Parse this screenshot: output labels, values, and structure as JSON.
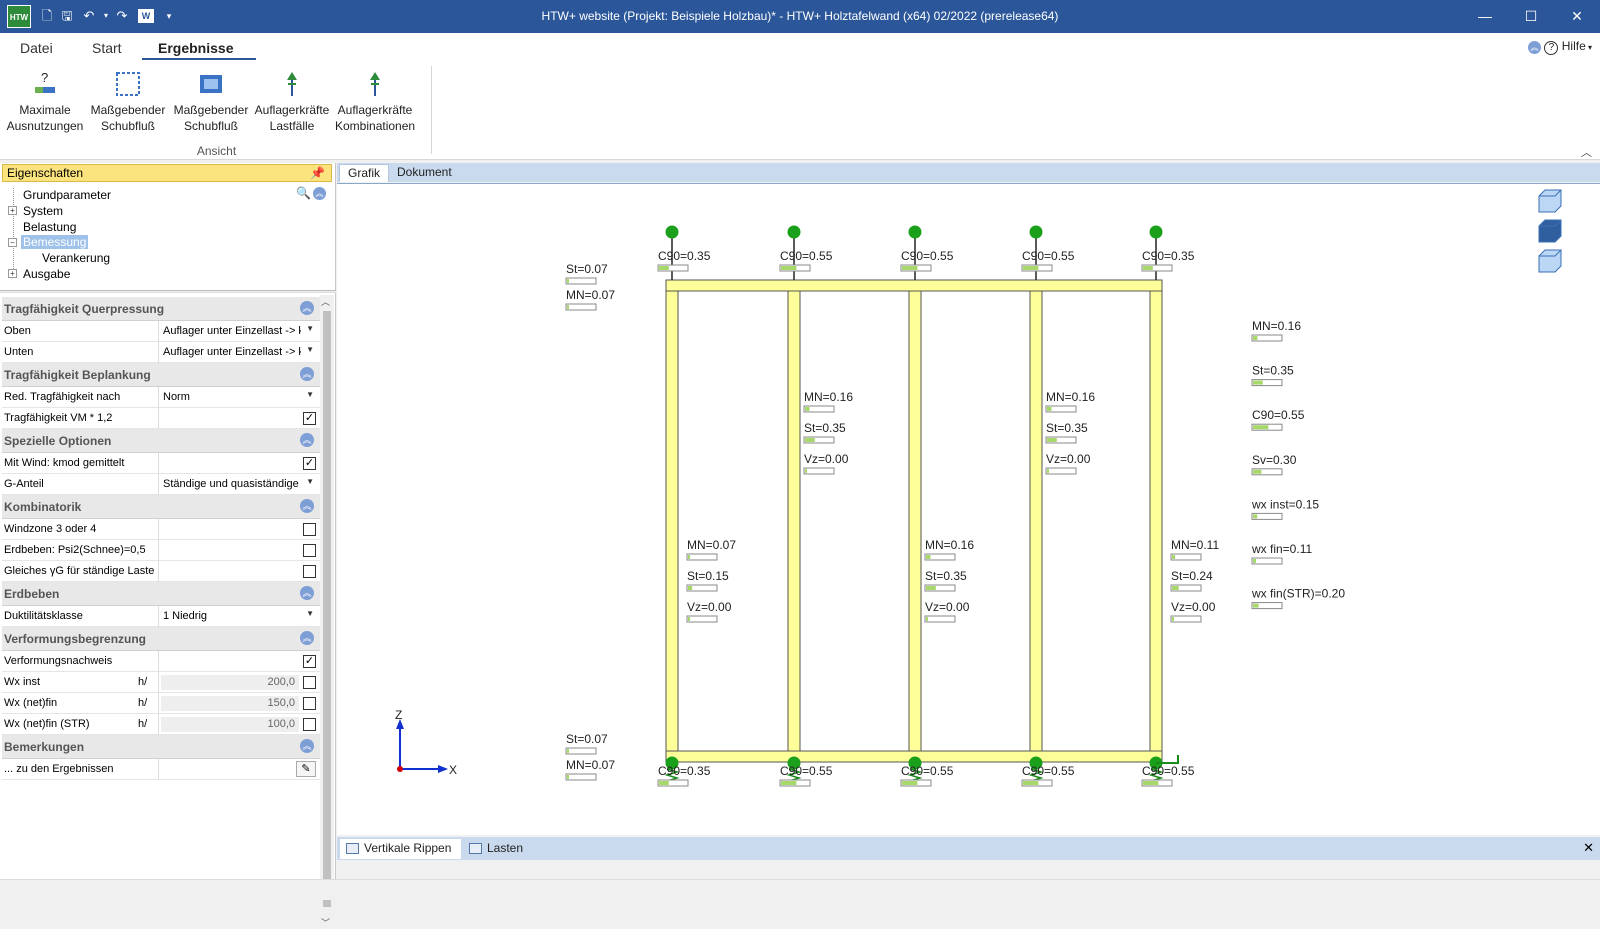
{
  "app": {
    "title": "HTW+ website (Projekt: Beispiele Holzbau)* - HTW+ Holztafelwand (x64) 02/2022  (prerelease64)",
    "logo_text": "HTW",
    "help_label": "Hilfe"
  },
  "menu": {
    "tabs": [
      "Datei",
      "Start",
      "Ergebnisse"
    ],
    "active": "Ergebnisse"
  },
  "ribbon": {
    "buttons": [
      {
        "line1": "Maximale",
        "line2": "Ausnutzungen"
      },
      {
        "line1": "Maßgebender",
        "line2": "Schubfluß"
      },
      {
        "line1": "Maßgebender",
        "line2": "Schubfluß"
      },
      {
        "line1": "Auflagerkräfte",
        "line2": "Lastfälle"
      },
      {
        "line1": "Auflagerkräfte",
        "line2": "Kombinationen"
      }
    ],
    "group_label": "Ansicht"
  },
  "props": {
    "header": "Eigenschaften",
    "tree": [
      "Grundparameter",
      "System",
      "Belastung",
      "Bemessung",
      "Verankerung",
      "Ausgabe"
    ],
    "selected": "Bemessung",
    "sections": [
      {
        "title": "Tragfähigkeit Querpressung",
        "rows": [
          {
            "label": "Oben",
            "value": "Auflager unter Einzellast -> kc",
            "type": "drop"
          },
          {
            "label": "Unten",
            "value": "Auflager unter Einzellast -> kc",
            "type": "drop"
          }
        ]
      },
      {
        "title": "Tragfähigkeit Beplankung",
        "rows": [
          {
            "label": "Red. Tragfähigkeit nach",
            "value": "Norm",
            "type": "drop"
          },
          {
            "label": "Tragfähigkeit VM * 1,2",
            "value": "",
            "type": "check",
            "checked": true
          }
        ]
      },
      {
        "title": "Spezielle Optionen",
        "rows": [
          {
            "label": "Mit Wind: kmod gemittelt",
            "value": "",
            "type": "check",
            "checked": true
          },
          {
            "label": "G-Anteil",
            "value": "Ständige und quasiständige Lasten",
            "type": "drop"
          }
        ]
      },
      {
        "title": "Kombinatorik",
        "rows": [
          {
            "label": "Windzone 3 oder 4",
            "value": "",
            "type": "check",
            "checked": false
          },
          {
            "label": "Erdbeben: Psi2(Schnee)=0,5",
            "value": "",
            "type": "check",
            "checked": false
          },
          {
            "label": "Gleiches γG für ständige Lasten",
            "value": "",
            "type": "check",
            "checked": false
          }
        ]
      },
      {
        "title": "Erdbeben",
        "rows": [
          {
            "label": "Duktilitätsklasse",
            "value": "1 Niedrig",
            "type": "drop"
          }
        ]
      },
      {
        "title": "Verformungsbegrenzung",
        "rows": [
          {
            "label": "Verformungsnachweis",
            "value": "",
            "type": "check",
            "checked": true
          },
          {
            "label": "Wx inst",
            "unit": "h/",
            "value": "200,0",
            "type": "num",
            "checked": false
          },
          {
            "label": "Wx (net)fin",
            "unit": "h/",
            "value": "150,0",
            "type": "num",
            "checked": false
          },
          {
            "label": "Wx (net)fin (STR)",
            "unit": "h/",
            "value": "100,0",
            "type": "num",
            "checked": false
          }
        ]
      },
      {
        "title": "Bemerkungen",
        "rows": [
          {
            "label": "... zu den Ergebnissen",
            "value": "",
            "type": "edit"
          }
        ]
      }
    ]
  },
  "doc_tabs": [
    "Grafik",
    "Dokument"
  ],
  "bottom_tabs": [
    "Vertikale Rippen",
    "Lasten"
  ],
  "drawing": {
    "top_labels": [
      "C90=0.35",
      "C90=0.55",
      "C90=0.55",
      "C90=0.55",
      "C90=0.35"
    ],
    "bottom_labels": [
      "C90=0.35",
      "C90=0.55",
      "C90=0.55",
      "C90=0.55",
      "C90=0.55"
    ],
    "top_left": [
      "St=0.07",
      "MN=0.07"
    ],
    "bottom_left": [
      "St=0.07",
      "MN=0.07"
    ],
    "upper_stud_labels": [
      [
        "MN=0.16",
        "St=0.35",
        "Vz=0.00"
      ],
      [
        "MN=0.16",
        "St=0.35",
        "Vz=0.00"
      ]
    ],
    "lower_stud_labels": [
      [
        "MN=0.07",
        "St=0.15",
        "Vz=0.00"
      ],
      [
        "MN=0.16",
        "St=0.35",
        "Vz=0.00"
      ],
      [
        "MN=0.11",
        "St=0.24",
        "Vz=0.00"
      ]
    ],
    "right_summary": [
      "MN=0.16",
      "St=0.35",
      "C90=0.55",
      "Sv=0.30",
      "wx inst=0.15",
      "wx fin=0.11",
      "wx fin(STR)=0.20"
    ],
    "axis_z": "Z",
    "axis_x": "X"
  },
  "colors": {
    "title_bar": "#2b579a",
    "beam_fill": "#ffff99",
    "support": "#1aa01a",
    "header_yellow": "#fbe37d",
    "bar_fill": "#a6d96a"
  }
}
